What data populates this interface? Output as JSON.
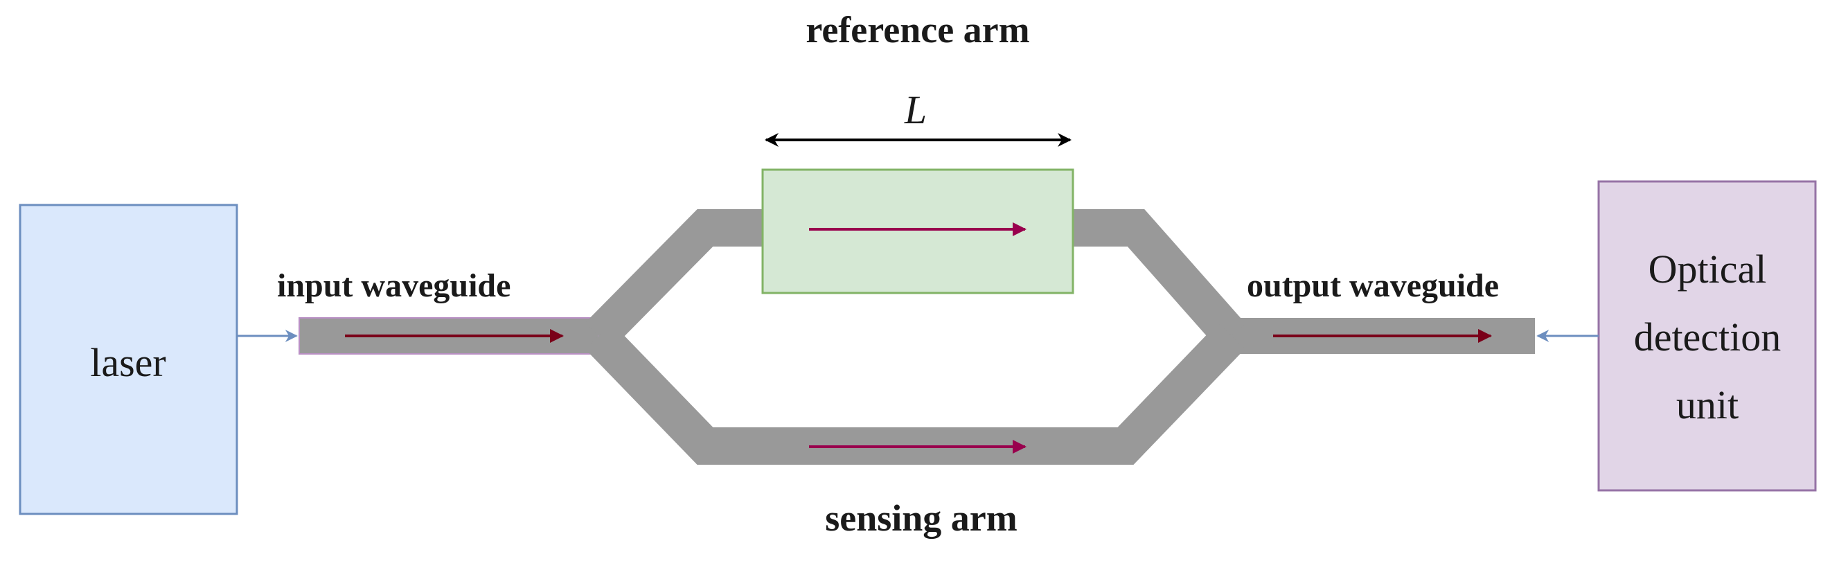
{
  "labels": {
    "reference_arm": "reference arm",
    "length_symbol": "L",
    "input_waveguide": "input waveguide",
    "output_waveguide": "output waveguide",
    "sensing_arm": "sensing arm",
    "laser": "laser",
    "detector_line1": "Optical",
    "detector_line2": "detection",
    "detector_line3": "unit"
  },
  "colors": {
    "waveguide": "#999999",
    "laser_fill": "#dae8fc",
    "laser_stroke": "#6c8ebf",
    "reference_fill": "#d5e8d4",
    "reference_stroke": "#82b366",
    "detector_fill": "#e1d5e7",
    "detector_stroke": "#9673a6",
    "signal_arrow": "#99004d",
    "connector_arrow": "#6c8ebf",
    "dimension_arrow": "#000000"
  }
}
